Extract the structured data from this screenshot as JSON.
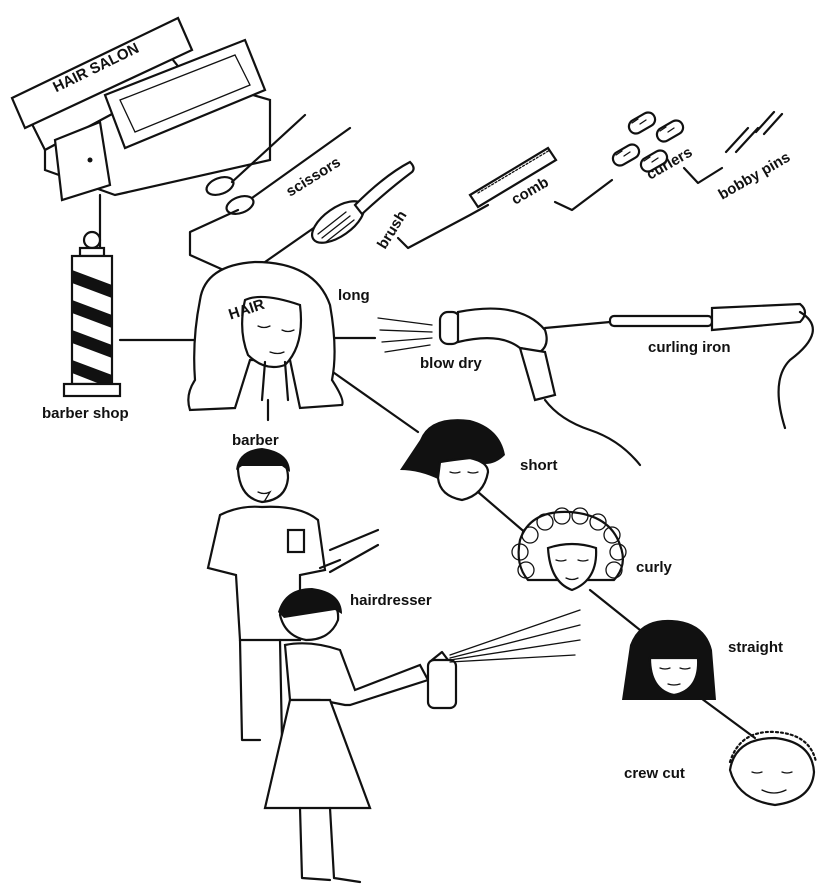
{
  "diagram": {
    "central_word": "HAIR",
    "salon_sign": "HAIR SALON",
    "labels": {
      "scissors": "scissors",
      "brush": "brush",
      "comb": "comb",
      "curlers": "curlers",
      "bobby_pins": "bobby pins",
      "long": "long",
      "blow_dry": "blow dry",
      "curling_iron": "curling iron",
      "barber_shop": "barber shop",
      "barber": "barber",
      "short": "short",
      "curly": "curly",
      "hairdresser": "hairdresser",
      "straight": "straight",
      "crew_cut": "crew cut"
    }
  }
}
